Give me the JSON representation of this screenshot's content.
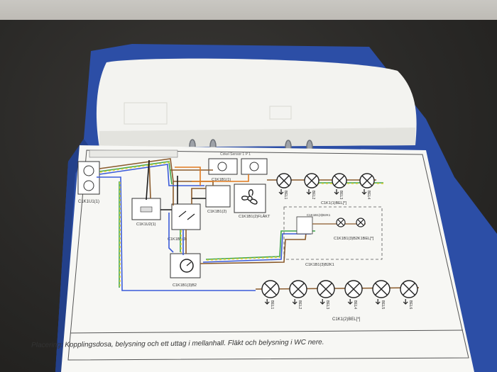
{
  "photo": {
    "subject": "open blue ring binder with printed wiring diagram",
    "colors": {
      "binder": "#2c4ea6",
      "paper": "#f6f6f3",
      "table": "#2b2a28",
      "wire_brown": "#8a5a2b",
      "wire_blue": "#3b5bd9",
      "wire_earth_green": "#3fa64a",
      "wire_earth_yellow": "#e1d23a",
      "wire_black": "#1a1a1a"
    }
  },
  "diagram": {
    "header_top": "Cirkel Sensor 1 P 1",
    "socket_label": "C1K1U1(1)",
    "switch1_label": "C1K1B1(1)",
    "label_fan_switch": "C1K1B1(2)",
    "label_fan": "C1K1B1(2)FLÄKT",
    "label_u2": "C1K1U2(1)",
    "label_b3": "C1K1B1(3)",
    "label_dimmer": "C1K1B1(3)B2",
    "label_group_top": "C1K1(1)BEL[*]",
    "label_box_group": "C1K1B1(3)B2K1BEL[*]",
    "label_box_main": "C1K1B1(3)B2K1",
    "label_box_inner": "C1K1B1(3)B2K1",
    "label_group_bottom": "C1K1(2)BEL[*]",
    "top_lamps": [
      "BEL1",
      "BEL2",
      "BEL3",
      "BEL4"
    ],
    "bottom_lamps": [
      "BEL1",
      "BEL2",
      "BEL3",
      "BEL4",
      "BEL5",
      "BEL6"
    ]
  },
  "footer": {
    "placement_text": "Placering: Kopplingsdosa, belysning och ett uttag i mellanhall. Fläkt och belysning i WC nere."
  }
}
